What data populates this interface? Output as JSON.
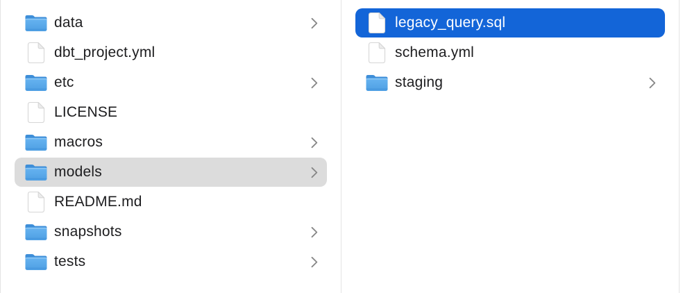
{
  "app": {
    "name": "finder-column-view"
  },
  "colors": {
    "selection_primary": "#1365d8",
    "selection_primary_text": "#ffffff",
    "selection_secondary": "#dcdcdc",
    "text": "#1d1d1f",
    "divider": "#e4e4e4",
    "chevron": "#868686",
    "folder_tab": "#3e8ed8",
    "folder_body_light": "#67b4f1",
    "folder_body_dark": "#4e9fe3",
    "file_border": "#d6d6d6",
    "file_fold": "#ececec"
  },
  "columns": [
    {
      "name": "left",
      "items": [
        {
          "label": "data",
          "type": "folder",
          "has_chevron": true,
          "selected": false
        },
        {
          "label": "dbt_project.yml",
          "type": "file",
          "has_chevron": false,
          "selected": false
        },
        {
          "label": "etc",
          "type": "folder",
          "has_chevron": true,
          "selected": false
        },
        {
          "label": "LICENSE",
          "type": "file",
          "has_chevron": false,
          "selected": false
        },
        {
          "label": "macros",
          "type": "folder",
          "has_chevron": true,
          "selected": false
        },
        {
          "label": "models",
          "type": "folder",
          "has_chevron": true,
          "selected": true,
          "selection_style": "secondary"
        },
        {
          "label": "README.md",
          "type": "file",
          "has_chevron": false,
          "selected": false
        },
        {
          "label": "snapshots",
          "type": "folder",
          "has_chevron": true,
          "selected": false
        },
        {
          "label": "tests",
          "type": "folder",
          "has_chevron": true,
          "selected": false
        }
      ]
    },
    {
      "name": "right",
      "items": [
        {
          "label": "legacy_query.sql",
          "type": "file",
          "has_chevron": false,
          "selected": true,
          "selection_style": "primary"
        },
        {
          "label": "schema.yml",
          "type": "file",
          "has_chevron": false,
          "selected": false
        },
        {
          "label": "staging",
          "type": "folder",
          "has_chevron": true,
          "selected": false
        }
      ]
    }
  ]
}
